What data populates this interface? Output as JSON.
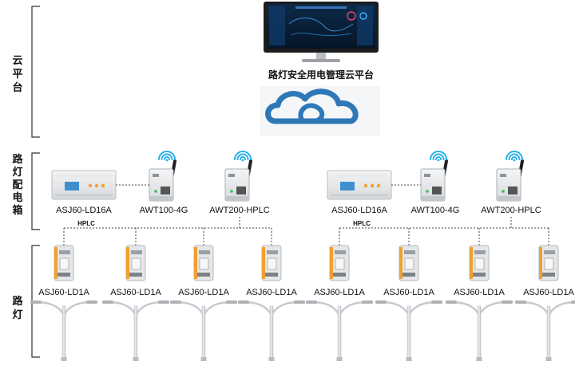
{
  "sections": {
    "cloud": [
      "云",
      "平",
      "台"
    ],
    "cabinet": [
      "路",
      "灯",
      "配",
      "电",
      "箱"
    ],
    "lamp": [
      "路",
      "灯"
    ]
  },
  "platform_title": "路灯安全用电管理云平台",
  "icons": {
    "monitor": "monitor-icon",
    "cloud": "cloud-icon",
    "wifi": "wifi-signal-icon",
    "meter": "energy-meter-icon",
    "gateway": "wireless-gateway-icon",
    "lamp_module": "asj60-ld1a-module-icon",
    "street_light": "street-light-icon"
  },
  "colors": {
    "cloud_blue": "#2e78b7",
    "wifi_blue": "#2bb0e6",
    "module_orange": "#f0a030"
  },
  "groups": [
    {
      "devices": [
        "ASJ60-LD16A",
        "AWT100-4G",
        "AWT200-HPLC"
      ],
      "bus_label": "HPLC",
      "lamp_modules": [
        "ASJ60-LD1A",
        "ASJ60-LD1A",
        "ASJ60-LD1A",
        "ASJ60-LD1A"
      ]
    },
    {
      "devices": [
        "ASJ60-LD16A",
        "AWT100-4G",
        "AWT200-HPLC"
      ],
      "bus_label": "HPLC",
      "lamp_modules": [
        "ASJ60-LD1A",
        "ASJ60-LD1A",
        "ASJ60-LD1A",
        "ASJ60-LD1A"
      ]
    }
  ]
}
